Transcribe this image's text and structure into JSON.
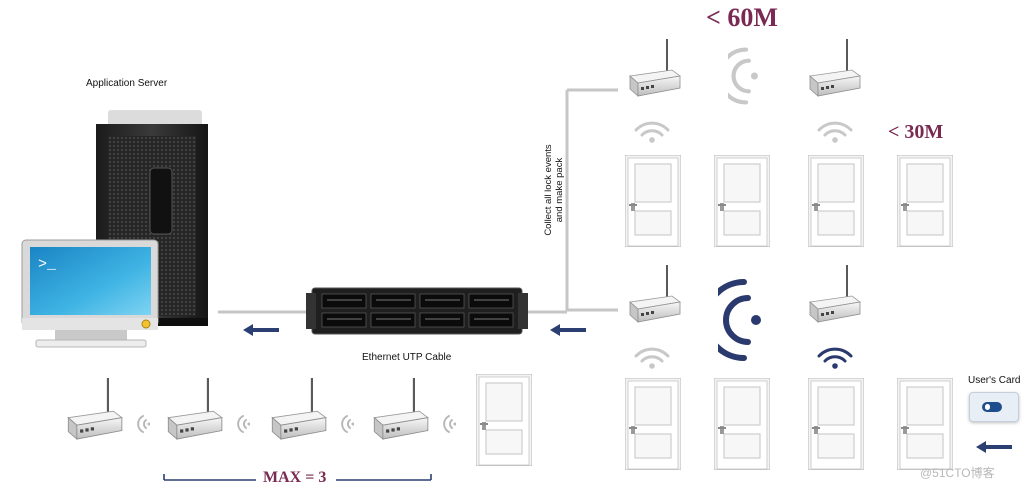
{
  "labels": {
    "server": "Application Server",
    "cable": "Ethernet UTP Cable",
    "collect_line1": "Collect all lock events",
    "collect_line2": "and make pack",
    "users_card": "User's Card",
    "range_60": "< 60M",
    "range_30": "< 30M",
    "max_relay": "MAX = 3",
    "watermark": "@51CTO博客",
    "terminal_prompt": ">_"
  },
  "colors": {
    "accent": "#7a2a52",
    "arrow": "#2b3f73",
    "wifi_gray": "#c8c8c8",
    "wifi_dark": "#2b3a6e",
    "screen": "#2f9fd4",
    "cable": "#c6c6c6"
  }
}
